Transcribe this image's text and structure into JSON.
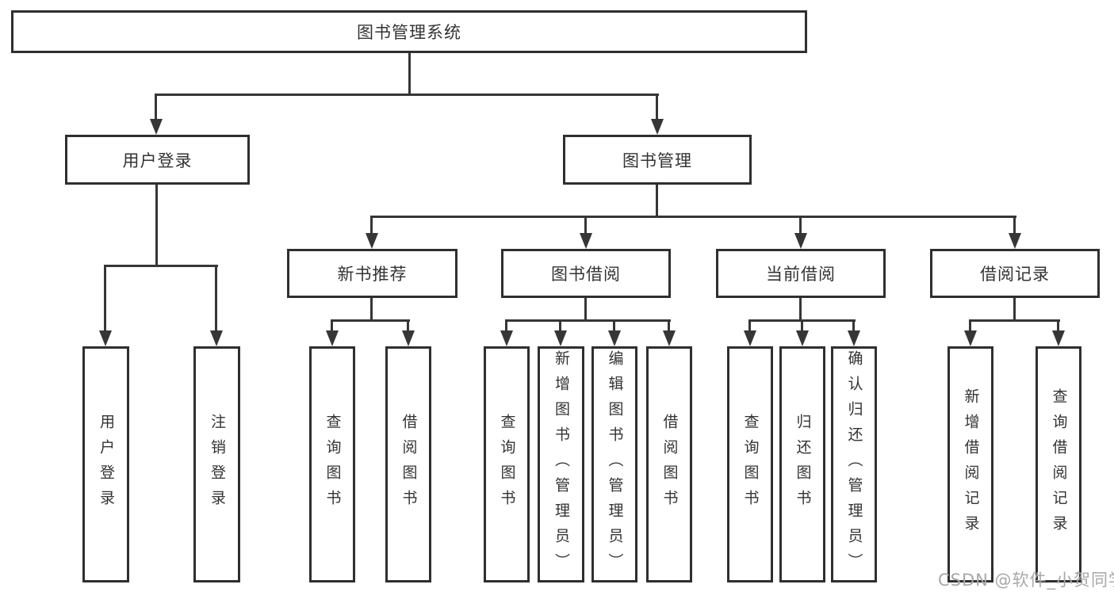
{
  "nodes": {
    "root": {
      "label": "图书管理系统"
    },
    "level2": [
      {
        "label": "用户登录"
      },
      {
        "label": "图书管理"
      }
    ],
    "level3": [
      {
        "label": "新书推荐",
        "parent": "图书管理"
      },
      {
        "label": "图书借阅",
        "parent": "图书管理"
      },
      {
        "label": "当前借阅",
        "parent": "图书管理"
      },
      {
        "label": "借阅记录",
        "parent": "图书管理"
      }
    ],
    "leaves": [
      {
        "label": "用户登录",
        "parent": "用户登录"
      },
      {
        "label": "注销登录",
        "parent": "用户登录"
      },
      {
        "label": "查询图书",
        "parent": "新书推荐"
      },
      {
        "label": "借阅图书",
        "parent": "新书推荐"
      },
      {
        "label": "查询图书",
        "parent": "图书借阅"
      },
      {
        "label": "新增图书（管理员）",
        "parent": "图书借阅"
      },
      {
        "label": "编辑图书（管理员）",
        "parent": "图书借阅"
      },
      {
        "label": "借阅图书",
        "parent": "图书借阅"
      },
      {
        "label": "查询图书",
        "parent": "当前借阅"
      },
      {
        "label": "归还图书",
        "parent": "当前借阅"
      },
      {
        "label": "确认归还（管理员）",
        "parent": "当前借阅"
      },
      {
        "label": "新增借阅记录",
        "parent": "借阅记录"
      },
      {
        "label": "查询借阅记录",
        "parent": "借阅记录"
      }
    ]
  },
  "watermark": "CSDN @软件_小贺同学",
  "colors": {
    "line": "#363636",
    "box_border": "#2f2f2f",
    "text": "#333333",
    "watermark": "#a8a8a8",
    "background": "#ffffff"
  }
}
